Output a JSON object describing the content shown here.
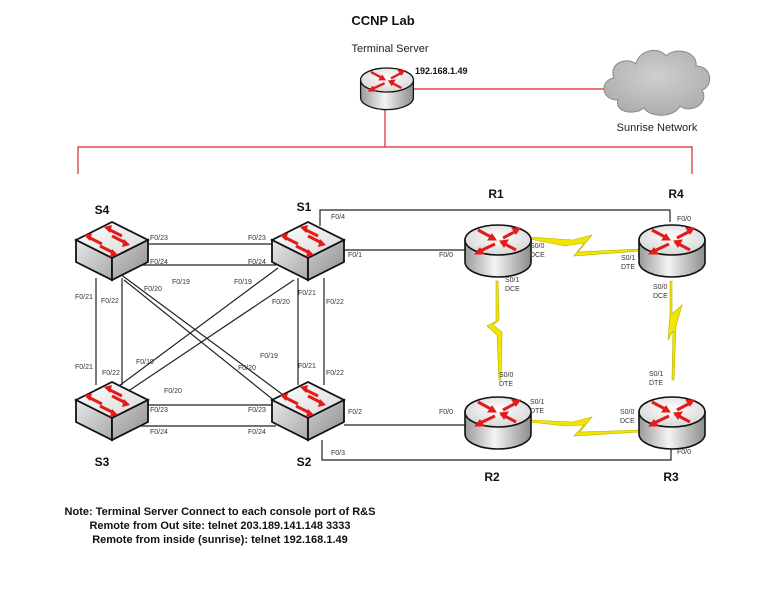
{
  "title": "CCNP Lab",
  "terminal_server": {
    "label": "Terminal Server",
    "ip": "192.168.1.49"
  },
  "cloud": {
    "label": "Sunrise Network"
  },
  "devices": {
    "S1": "S1",
    "S2": "S2",
    "S3": "S3",
    "S4": "S4",
    "R1": "R1",
    "R2": "R2",
    "R3": "R3",
    "R4": "R4"
  },
  "ports": {
    "s4_f023": "F0/23",
    "s1_f023": "F0/23",
    "s4_f024": "F0/24",
    "s1_f024": "F0/24",
    "s4_f019": "F0/19",
    "s4_f020": "F0/20",
    "s1_f019": "F0/19",
    "s1_f020": "F0/20",
    "s4_f021": "F0/21",
    "s4_f022": "F0/22",
    "s3_f021": "F0/21",
    "s3_f022": "F0/22",
    "s1_f021": "F0/21",
    "s1_f022": "F0/22",
    "s2_f021": "F0/21",
    "s2_f022": "F0/22",
    "s3_f019": "F0/19",
    "s3_f020": "F0/20",
    "s2_f019": "F0/19",
    "s2_f020": "F0/20",
    "s3_f023": "F0/23",
    "s2_f023": "F0/23",
    "s3_f024": "F0/24",
    "s2_f024": "F0/24",
    "s1_f04": "F0/4",
    "s1_f01": "F0/1",
    "s2_f02": "F0/2",
    "s2_f03": "F0/3",
    "r1_f00": "F0/0",
    "r1_s00": "S0/0",
    "r1_s00_type": "DCE",
    "r1_s01": "S0/1",
    "r1_s01_type": "DCE",
    "r4_f00": "F0/0",
    "r4_s01": "S0/1",
    "r4_s01_type": "DTE",
    "r4_s00": "S0/0",
    "r4_s00_type": "DCE",
    "r2_f00": "F0/0",
    "r2_s00": "S0/0",
    "r2_s00_type": "DTE",
    "r2_s01": "S0/1",
    "r2_s01_type": "DTE",
    "r3_f00": "F0/0",
    "r3_s01": "S0/1",
    "r3_s01_type": "DTE",
    "r3_s00": "S0/0",
    "r3_s00_type": "DCE"
  },
  "notes": [
    "Note: Terminal Server Connect to each console port of R&S",
    "Remote from Out site: telnet 203.189.141.148 3333",
    "Remote from inside (sunrise): telnet 192.168.1.49"
  ],
  "colors": {
    "console_line": "#d9262a",
    "serial_link": "#f2e600",
    "arrow": "#e41b1b"
  }
}
